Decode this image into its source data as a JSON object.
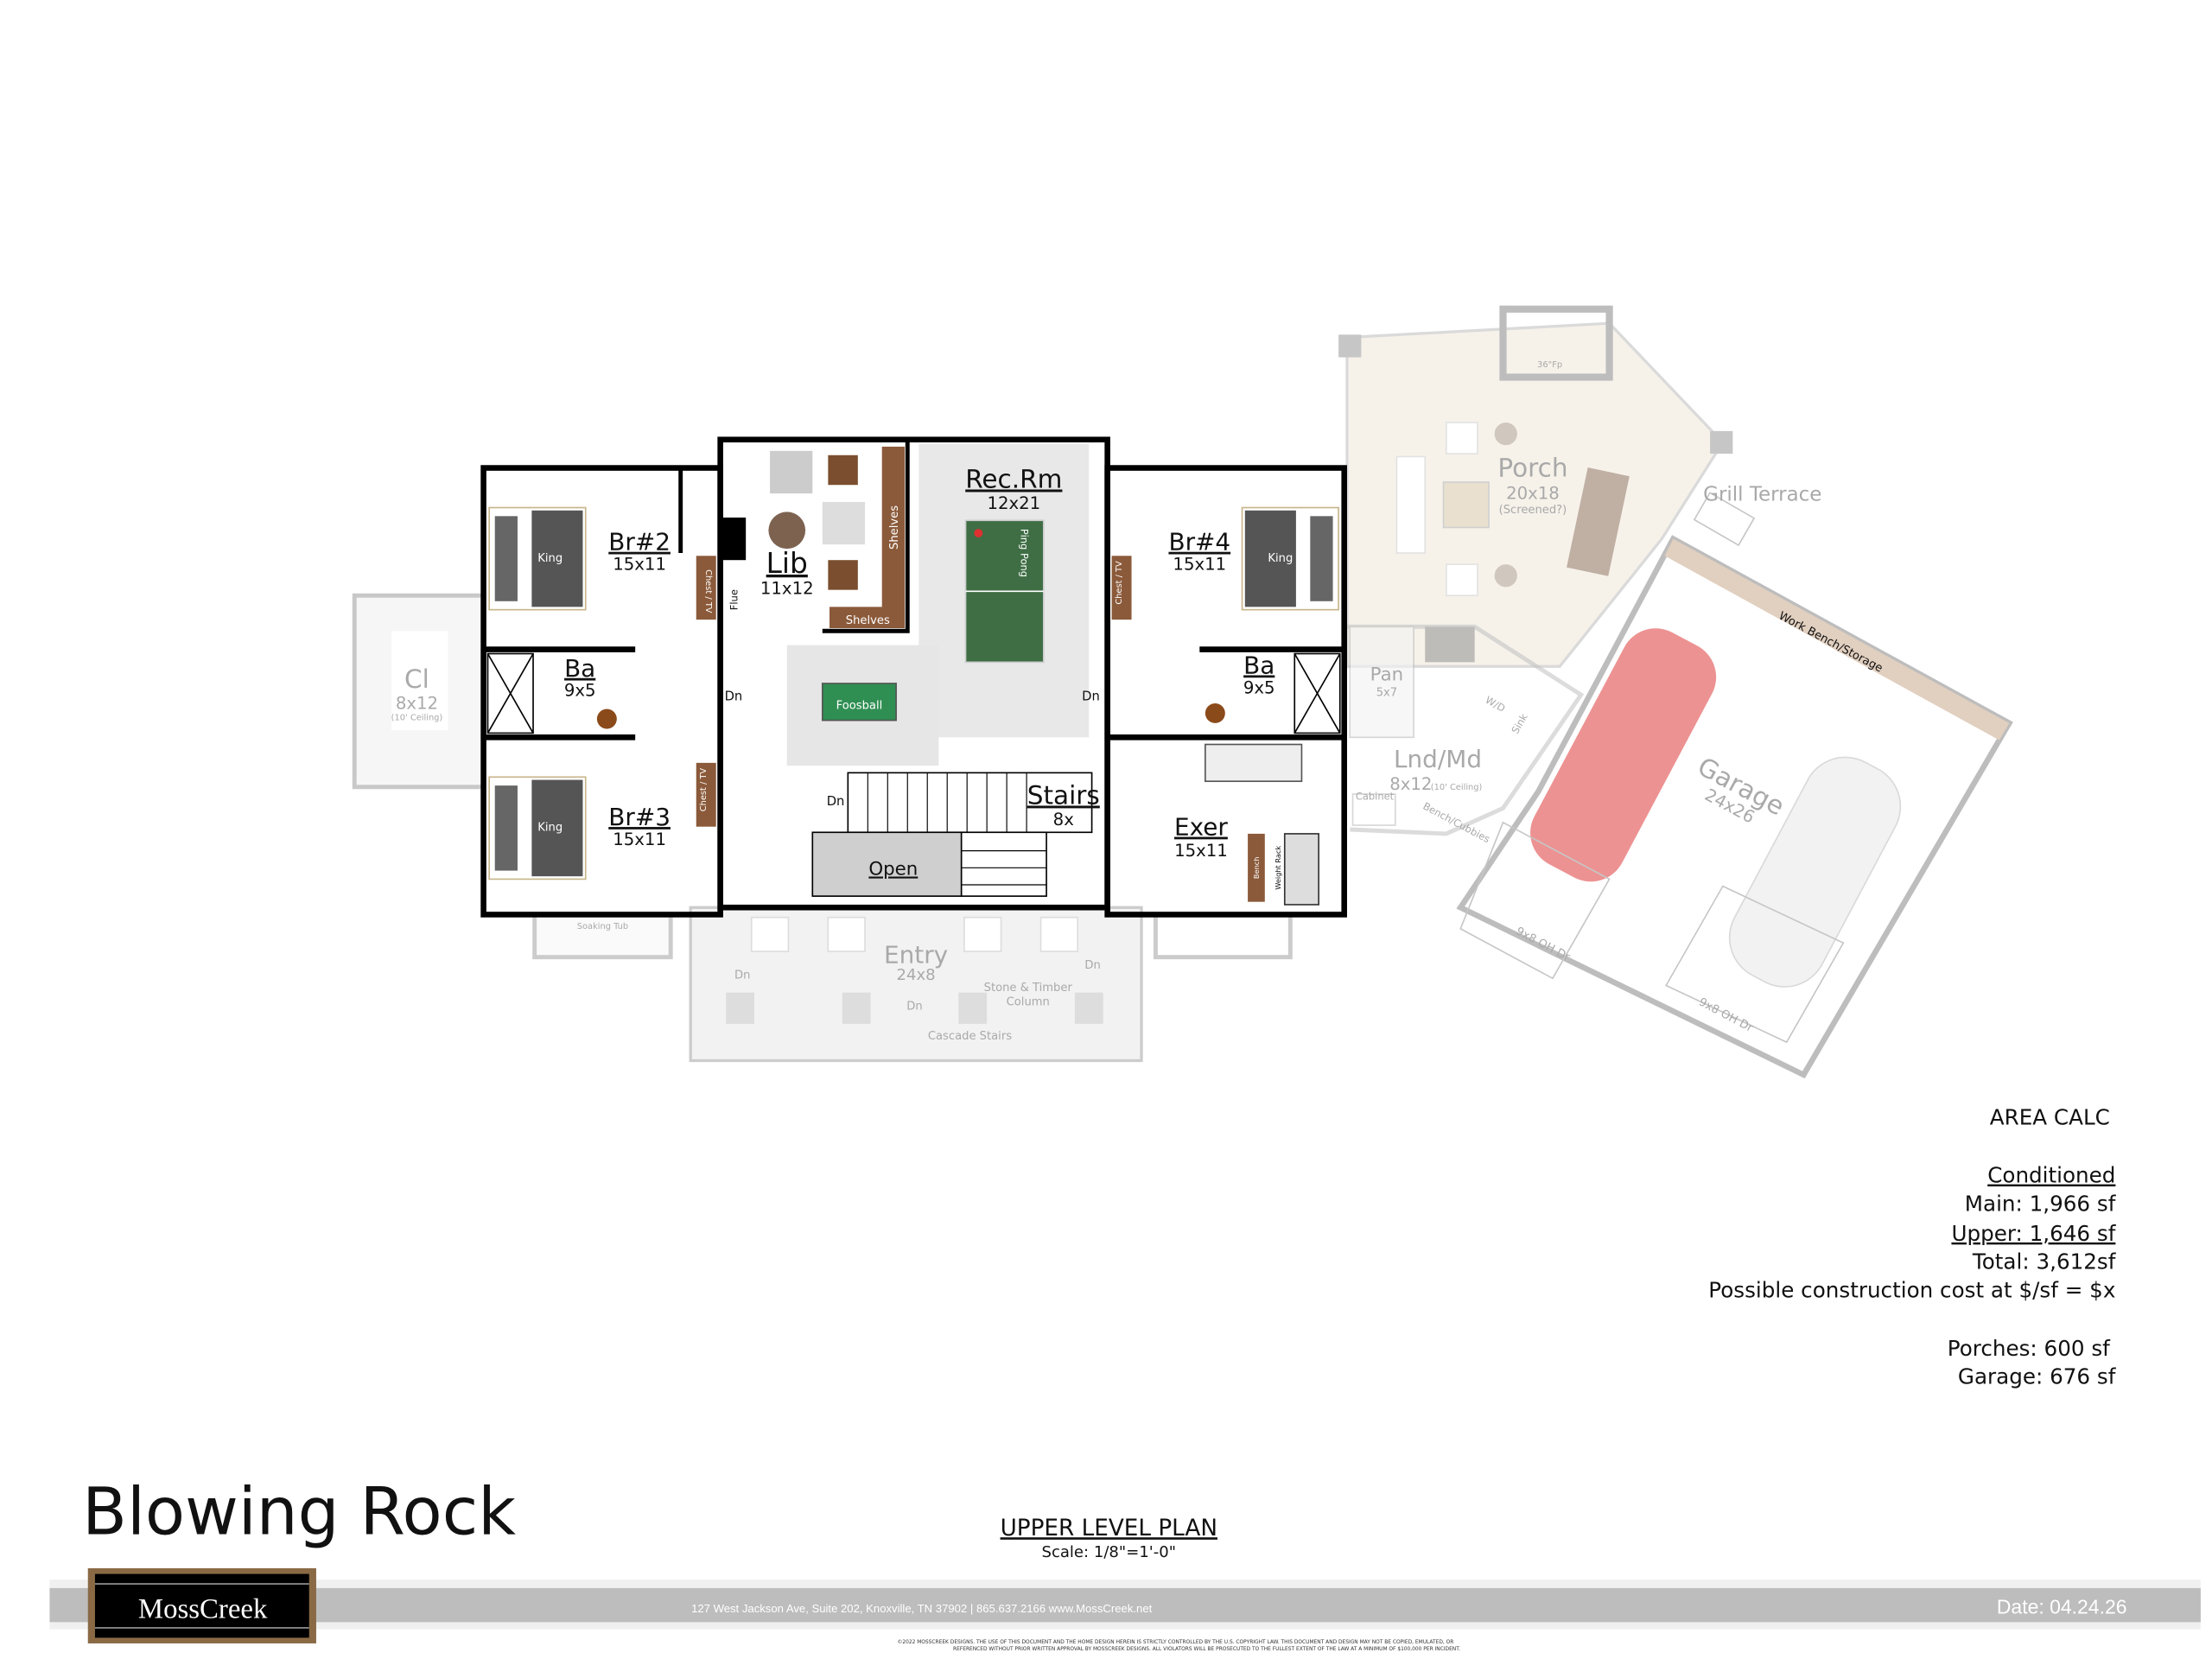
{
  "title": "Blowing Rock",
  "plan": {
    "title": "UPPER LEVEL PLAN",
    "scale": "Scale: 1/8\"=1'-0\""
  },
  "rooms": {
    "br2": {
      "name": "Br#2",
      "size": "15x11",
      "bed": "King"
    },
    "br3": {
      "name": "Br#3",
      "size": "15x11",
      "bed": "King"
    },
    "br4": {
      "name": "Br#4",
      "size": "15x11",
      "bed": "King"
    },
    "ba_left": {
      "name": "Ba",
      "size": "9x5"
    },
    "ba_right": {
      "name": "Ba",
      "size": "9x5"
    },
    "closet": {
      "name": "Cl",
      "size": "8x12",
      "note": "(10' Ceiling)"
    },
    "lib": {
      "name": "Lib",
      "size": "11x12",
      "shelves": "Shelves",
      "flue": "Flue"
    },
    "rec": {
      "name": "Rec.Rm",
      "size": "12x21",
      "ping_pong": "Ping Pong",
      "foosball": "Foosball"
    },
    "stairs": {
      "name": "Stairs",
      "size": "8x",
      "open": "Open"
    },
    "exer": {
      "name": "Exer",
      "size": "15x11",
      "bench": "Bench",
      "rack": "Weight Rack"
    },
    "entry": {
      "name": "Entry",
      "size": "24x8",
      "column": "Stone & Timber",
      "column2": "Column",
      "stairs": "Cascade Stairs"
    },
    "porch": {
      "name": "Porch",
      "size": "20x18",
      "note": "(Screened?)",
      "fp": "36\"Fp"
    },
    "grill": {
      "name": "Grill Terrace"
    },
    "pan": {
      "name": "Pan",
      "size": "5x7"
    },
    "lnd": {
      "name": "Lnd/Md",
      "size": "8x12",
      "note": "(10' Ceiling)",
      "cabinet": "Cabinet",
      "bench": "Bench/Cubbies",
      "wd": "W/D",
      "sink": "Sink"
    },
    "garage": {
      "name": "Garage",
      "size": "24x26",
      "bench": "Work Bench/Storage",
      "door1": "9x8 OH Dr",
      "door2": "9x8 OH Dr"
    },
    "tub": "Soaking Tub",
    "chest_tv": "Chest / TV",
    "dn": "Dn"
  },
  "area_calc": {
    "title": "AREA CALC",
    "heading": "Conditioned",
    "main": "Main: 1,966 sf",
    "upper": "Upper: 1,646 sf",
    "total": "Total: 3,612sf",
    "cost": "Possible construction cost at $/sf = $x",
    "porches": "Porches: 600 sf",
    "garage": "Garage: 676 sf"
  },
  "footer": {
    "logo": "MossCreek",
    "address": "127 West Jackson Ave, Suite 202, Knoxville, TN 37902 | 865.637.2166 www.MossCreek.net",
    "date": "Date: 04.24.26",
    "copyright1": "©2022 MOSSCREEK DESIGNS. THE USE OF THIS DOCUMENT AND THE HOME DESIGN HEREIN IS STRICTLY CONTROLLED BY THE U.S. COPYRIGHT LAW. THIS DOCUMENT AND DESIGN MAY NOT BE COPIED, EMULATED, OR",
    "copyright2": "REFERENCED WITHOUT PRIOR WRITTEN APPROVAL BY MOSSCREEK DESIGNS. ALL VIOLATORS WILL BE PROSECUTED TO THE FULLEST EXTENT OF THE LAW AT A MINIMUM OF $100,000 PER INCIDENT."
  }
}
